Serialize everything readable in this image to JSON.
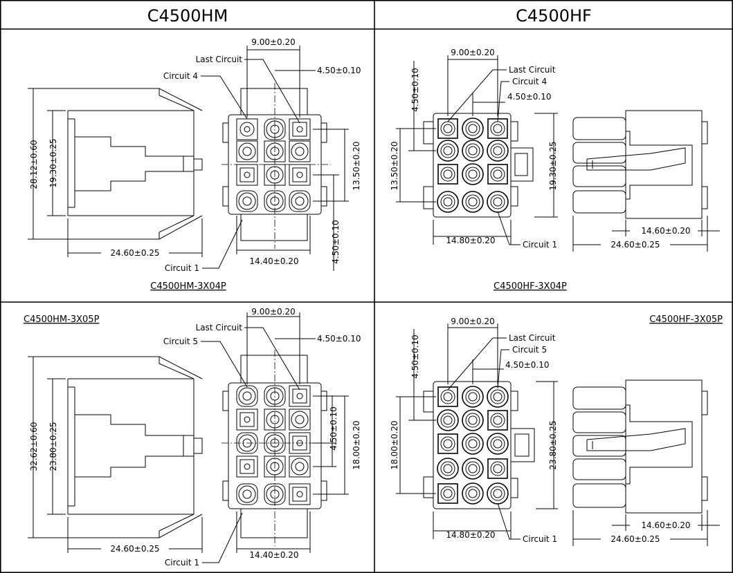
{
  "headers": {
    "left": "C4500HM",
    "right": "C4500HF"
  },
  "panels": {
    "hm4": {
      "part_number": "C4500HM-3X04P",
      "pitch": "9.00±0.20",
      "half_pitch": "4.50±0.10",
      "last_circuit": "Last Circuit",
      "circuit_n": "Circuit 4",
      "circuit_1": "Circuit 1",
      "overall_height": "28.12±0.60",
      "inner_height": "19.30±0.25",
      "depth": "24.60±0.25",
      "width": "14.40±0.20",
      "row_span": "13.50±0.20",
      "row_pitch": "4.50±0.10"
    },
    "hf4": {
      "part_number": "C4500HF-3X04P",
      "pitch": "9.00±0.20",
      "half_pitch": "4.50±0.10",
      "half_pitch_v": "4.50±0.10",
      "last_circuit": "Last Circuit",
      "circuit_n": "Circuit 4",
      "circuit_1": "Circuit 1",
      "row_span": "13.50±0.20",
      "height": "19.30±0.25",
      "width": "14.80±0.20",
      "shroud": "14.60±0.20",
      "depth": "24.60±0.25"
    },
    "hm5": {
      "part_number": "C4500HM-3X05P",
      "pitch": "9.00±0.20",
      "half_pitch": "4.50±0.10",
      "last_circuit": "Last Circuit",
      "circuit_n": "Circuit 5",
      "circuit_1": "Circuit 1",
      "overall_height": "32.62±0.60",
      "inner_height": "23.80±0.25",
      "depth": "24.60±0.25",
      "width": "14.40±0.20",
      "row_pitch": "4.50±0.10",
      "row_span": "18.00±0.20"
    },
    "hf5": {
      "part_number": "C4500HF-3X05P",
      "pitch": "9.00±0.20",
      "half_pitch": "4.50±0.10",
      "half_pitch_v": "4.50±0.10",
      "last_circuit": "Last Circuit",
      "circuit_n": "Circuit 5",
      "circuit_1": "Circuit 1",
      "row_span": "18.00±0.20",
      "height": "23.80±0.25",
      "width": "14.80±0.20",
      "shroud": "14.60±0.20",
      "depth": "24.60±0.25"
    }
  }
}
